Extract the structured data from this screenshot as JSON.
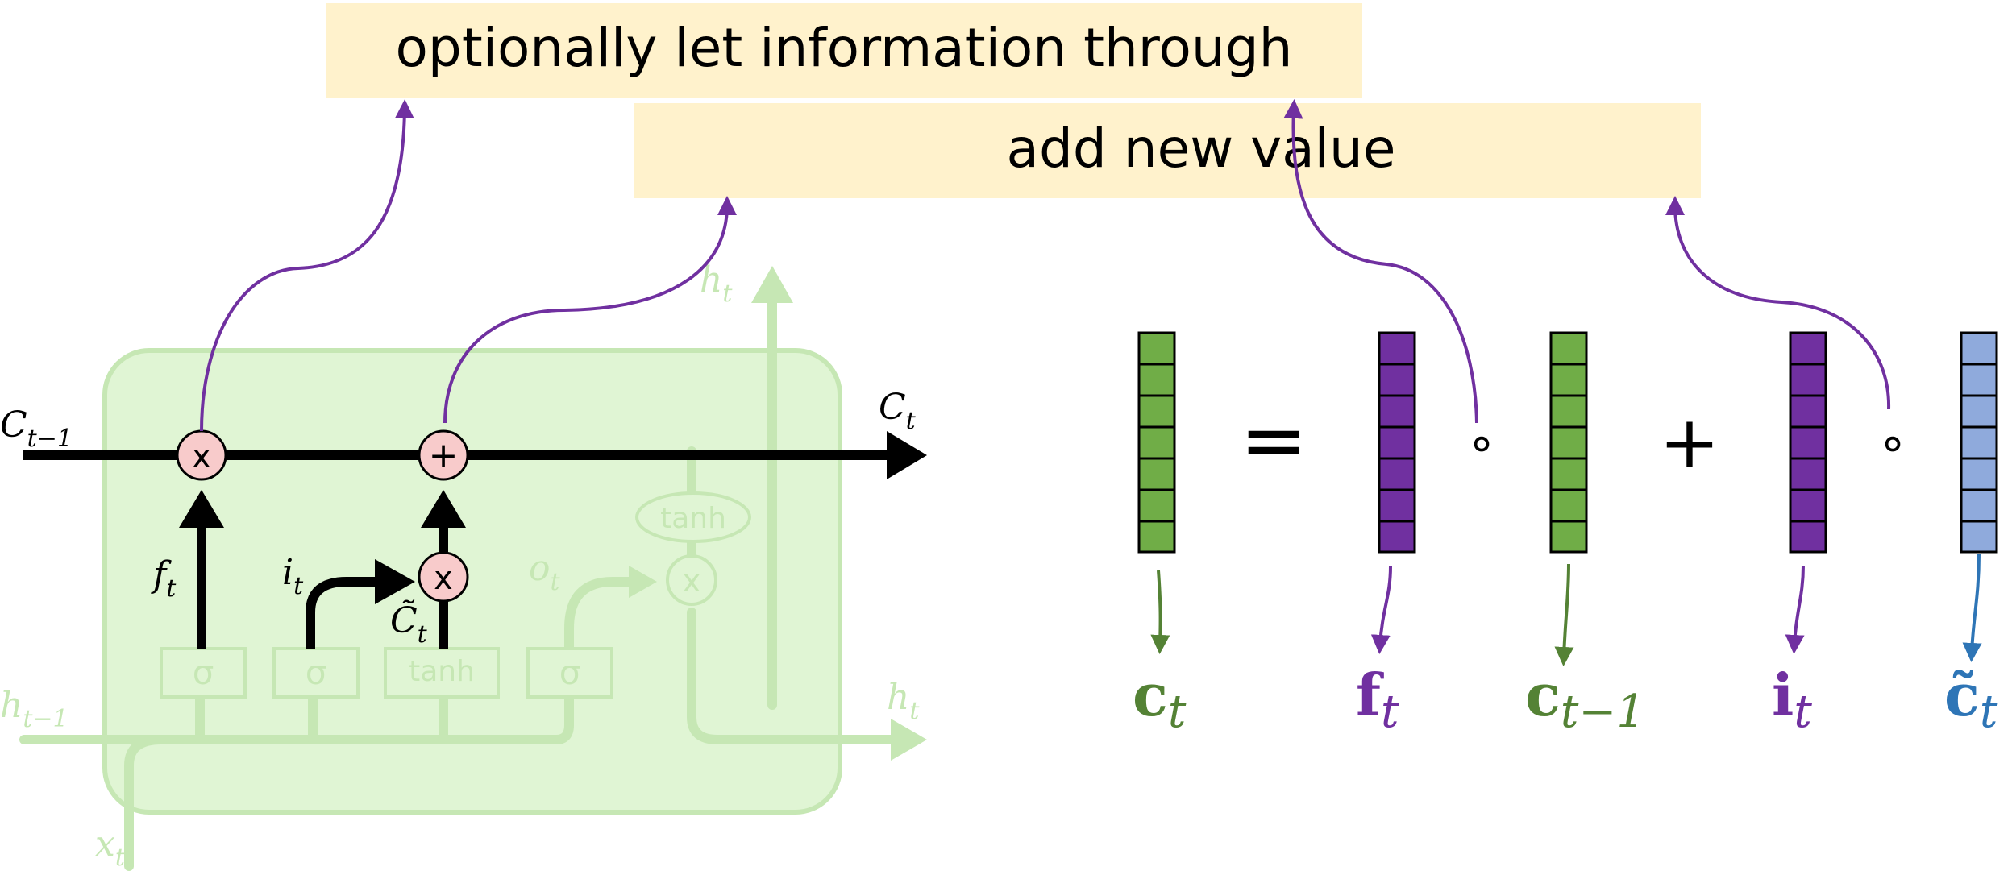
{
  "callouts": {
    "top": "optionally let information through",
    "second": "add new value"
  },
  "lstm": {
    "c_prev": "C",
    "c_prev_sub": "t−1",
    "c_next": "C",
    "c_next_sub": "t",
    "h_prev": "h",
    "h_prev_sub": "t−1",
    "h_out": "h",
    "h_out_sub": "t",
    "h_top": "h",
    "h_top_sub": "t",
    "x_in": "x",
    "x_in_sub": "t",
    "f_gate": "f",
    "f_gate_sub": "t",
    "i_gate": "i",
    "i_gate_sub": "t",
    "o_gate": "o",
    "o_gate_sub": "t",
    "c_tilde": "C̃",
    "c_tilde_sub": "t",
    "sigma": "σ",
    "tanh": "tanh",
    "times": "x",
    "plus": "+"
  },
  "equation": {
    "equals": "=",
    "plus": "+",
    "hadamard": "∘",
    "labels": [
      {
        "main": "c",
        "sub": "t"
      },
      {
        "main": "f",
        "sub": "t"
      },
      {
        "main": "c",
        "sub": "t−1"
      },
      {
        "main": "i",
        "sub": "t"
      },
      {
        "main": "c̃",
        "sub": "t"
      }
    ]
  },
  "colors": {
    "callout_bg": "#fff2cc",
    "purple": "#7030a0",
    "green": "#70ad47",
    "dark_green": "#548235",
    "blue": "#8faadc",
    "dark_blue": "#2e75b6",
    "faded_green": "#c6e7b4",
    "gate_pink": "#f8cbcb"
  }
}
